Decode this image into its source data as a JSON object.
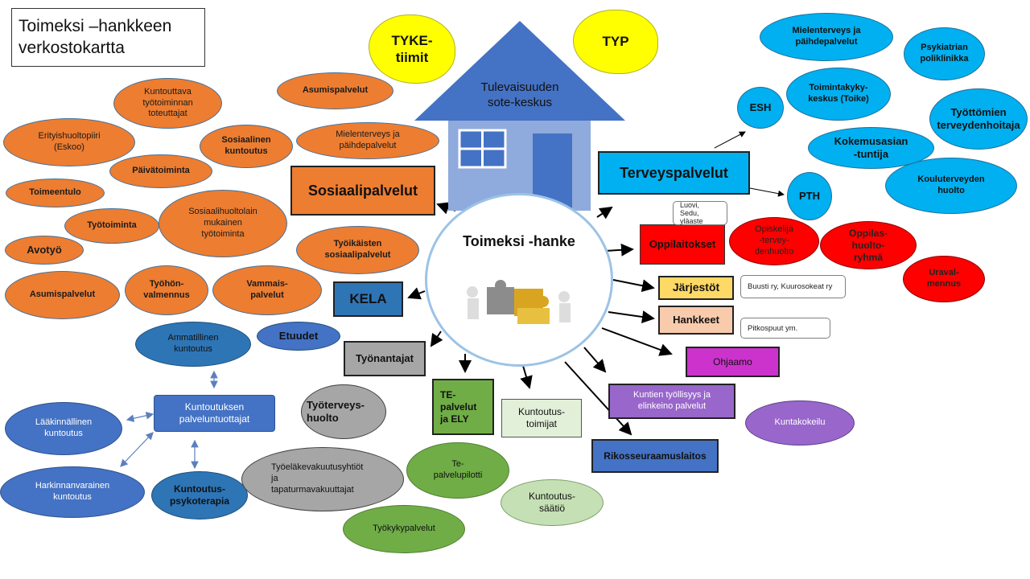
{
  "title": "Toimeksi –hankkeen\nverkostokartta",
  "center": {
    "label": "Toimeksi -hanke"
  },
  "house": {
    "label": "Tulevaisuuden\nsote-keskus"
  },
  "clouds": {
    "tyke": "TYKE-\ntiimit",
    "typ": "TYP"
  },
  "main_boxes": {
    "sosiaalipalvelut": "Sosiaalipalvelut",
    "terveyspalvelut": "Terveyspalvelut",
    "oppilaitokset": "Oppilaitokset",
    "jarjestot": "Järjestöt",
    "hankkeet": "Hankkeet",
    "ohjaamo": "Ohjaamo",
    "kuntien": "Kuntien työllisyys ja\nelinkeino palvelut",
    "rikos": "Rikosseuraamuslaitos",
    "kuntoutustoimijat": "Kuntoutus-\ntoimijat",
    "te": "TE-\npalvelut\nja ELY",
    "tyonantajat": "Työnantajat",
    "kela": "KELA",
    "kuntoutuksen": "Kuntoutuksen\npalveluntuottajat"
  },
  "callouts": {
    "luovi": "Luovi, Sedu,\nyläaste",
    "buusti": "Buusti ry, Kuurosokeat ry",
    "pitkospuut": "Pitkospuut ym."
  },
  "orange_nodes": [
    "Kuntouttava\ntyötoiminnan\ntoteuttajat",
    "Asumispalvelut",
    "Sosiaalinen\nkuntoutus",
    "Mielenterveys ja\npäihdepalvelut",
    "Erityishuoltopiiri\n(Eskoo)",
    "Päivätoiminta",
    "Toimeentulo",
    "Työtoiminta",
    "Sosiaalihuoltolain\nmukainen\ntyötoiminta",
    "Työikäisten\nsosiaalipalvelut",
    "Avotyö",
    "Asumispalvelut",
    "Työhön-\nvalmennus",
    "Vammais-\npalvelut"
  ],
  "cyan_nodes": [
    "Mielenterveys ja\npäihdepalvelut",
    "Psykiatrian\npoliklinikka",
    "ESH",
    "Toimintakyky-\nkeskus (Toike)",
    "Työttömien\nterveydenhoitaja",
    "Kokemusasian\n-tuntija",
    "PTH",
    "Kouluterveyden\nhuolto"
  ],
  "red_nodes": [
    "Opiskelija\n-tervey-\ndenhuolto",
    "Oppilas-\nhuolto-\nryhmä",
    "Uraval-\nmennus"
  ],
  "blue_nodes": {
    "etuudet": "Etuudet",
    "ammatillinen": "Ammatillinen\nkuntoutus",
    "laakinnallinen": "Lääkinnällinen\nkuntoutus",
    "harkinnanvarainen": "Harkinnanvarainen\nkuntoutus",
    "psykoterapia": "Kuntoutus-\npsykoterapia"
  },
  "gray_nodes": {
    "tyoterveys": "Työterveys-\nhuolto",
    "tyoelake": "Työeläkevakuutusyhtiöt\nja\ntapaturmavakuuttajat"
  },
  "green_nodes": {
    "tepilotti": "Te-\npalvelupilotti",
    "tyokyky": "Työkykypalvelut",
    "saatio": "Kuntoutus-\nsäätiö"
  },
  "purple_nodes": {
    "kuntakokeilu": "Kuntakokeilu"
  },
  "colors": {
    "orange": "#ed7d31",
    "cyan": "#00b0f0",
    "red": "#ff0000",
    "yellow": "#ffd966",
    "peach": "#f8cbad",
    "magenta": "#cc33cc",
    "purple": "#9966cc",
    "blue": "#4472c4",
    "green": "#70ad47"
  }
}
